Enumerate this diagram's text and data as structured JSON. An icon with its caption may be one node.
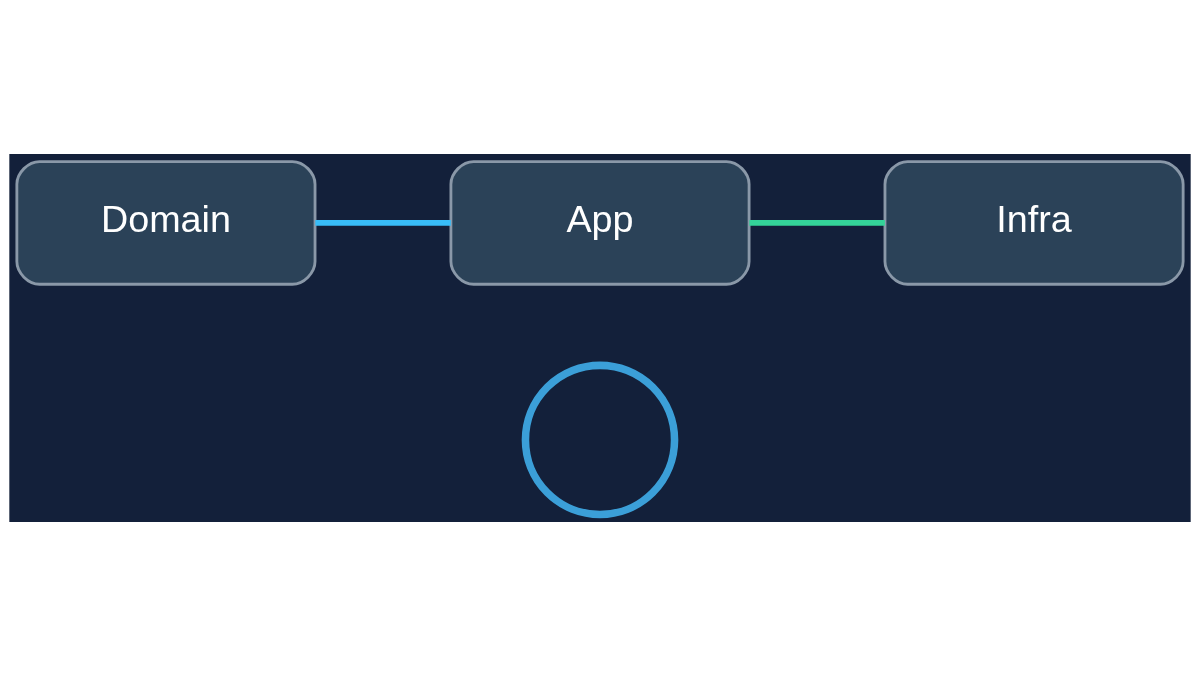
{
  "diagram": {
    "nodes": [
      {
        "text": [
          "Domain"
        ]
      },
      {
        "text": [
          "App"
        ]
      },
      {
        "text": [
          "Infra"
        ]
      },
      {
        "text": [],
        "shape": "circle"
      }
    ],
    "edges": [
      {
        "from": 0,
        "to": 1,
        "arrow": "none",
        "color": "#38bdf8"
      },
      {
        "from": 1,
        "to": 2,
        "arrow": "none",
        "color": "#34d399"
      }
    ]
  }
}
